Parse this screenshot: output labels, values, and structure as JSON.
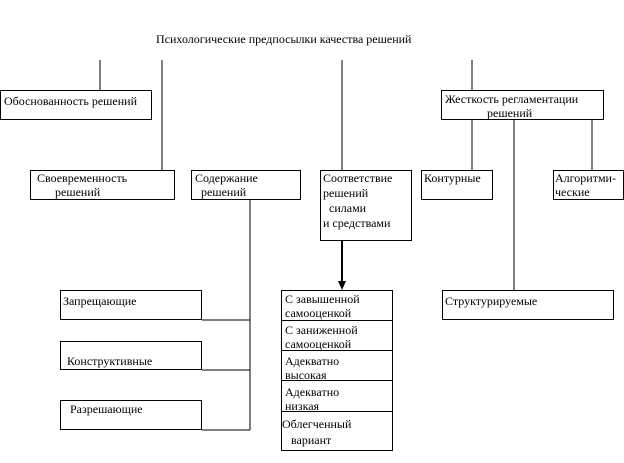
{
  "title": "Психологические предпосылки качества решений",
  "boxes": {
    "obosnovannost": "Обоснованность решений",
    "svoevremennost": "Своевременность\n      решений",
    "soderzhanie": "Содержание\n  решений",
    "sootvetstvie": "Соответствие\nрешений\n  силами\nи средствами",
    "zhestkost": "Жесткость регламентации\n              решений",
    "konturnye": "Контурные",
    "algoritmicheskie": "Алгоритми-\nческие",
    "strukturiruemye": "Структурируемые",
    "zapreshchayushchie": "Запрещающие",
    "konstruktivnye": "Конструктивные",
    "razreshayushchie": "Разрешающие"
  },
  "stack": [
    "С завышенной\nсамооценкой",
    "С заниженной\nсамооценкой",
    "Адекватно\nвысокая",
    "Адекватно\nнизкая",
    "Облегченный\n   вариант"
  ]
}
